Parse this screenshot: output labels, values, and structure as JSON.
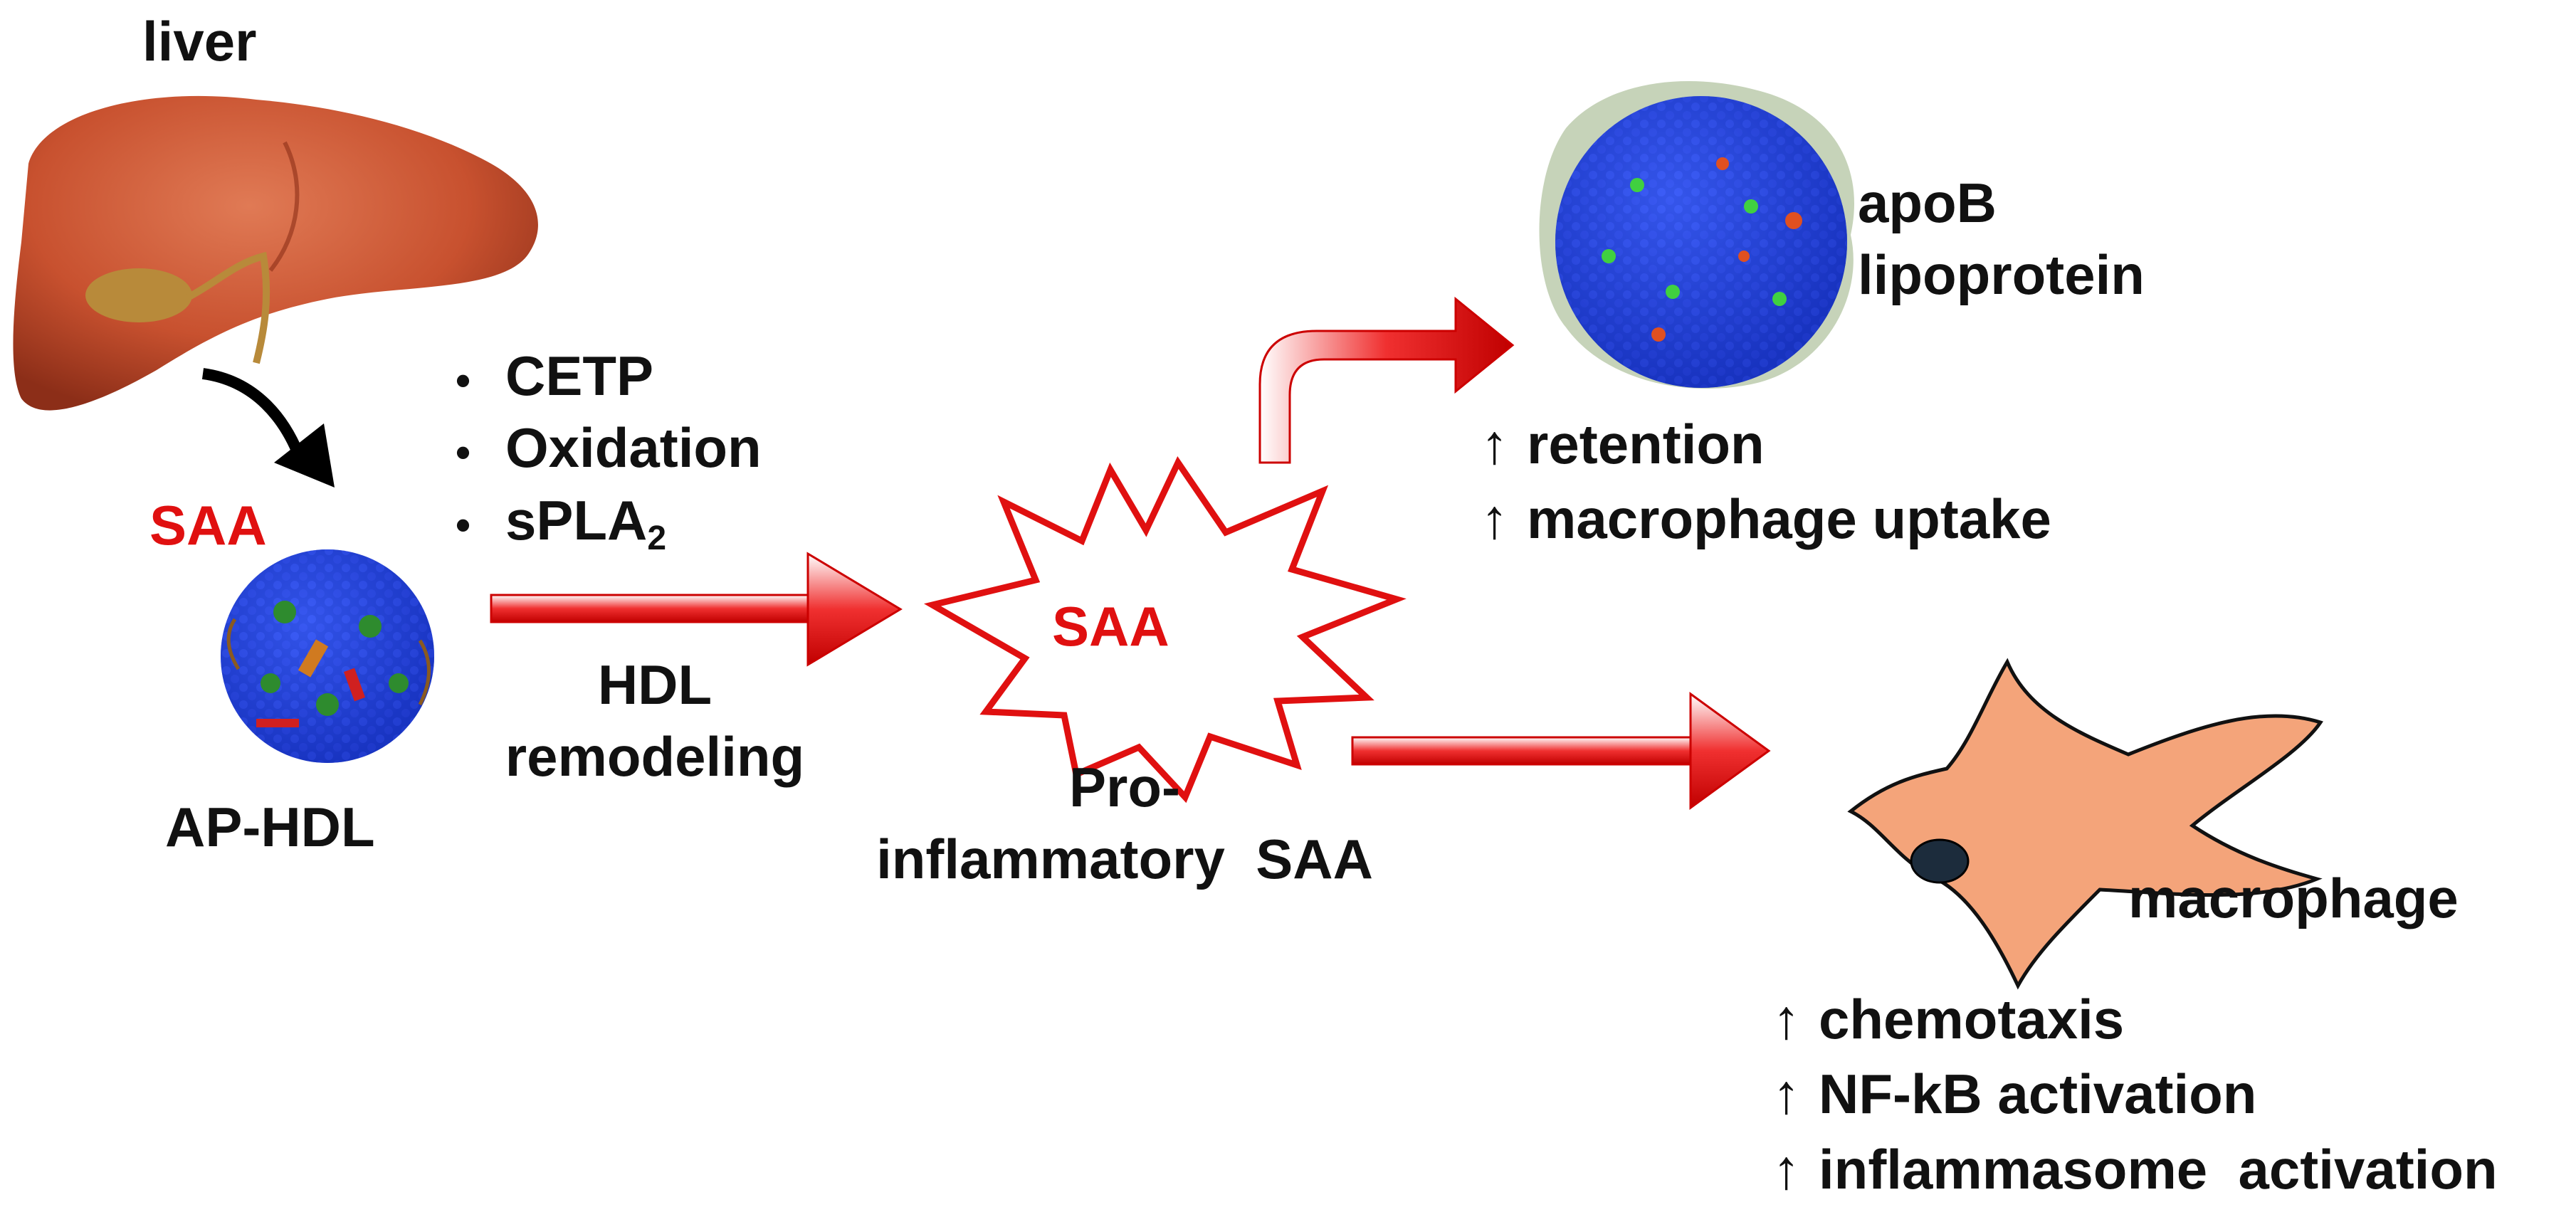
{
  "labels": {
    "liver": "liver",
    "saa_liver": "SAA",
    "ap_hdl": "AP-HDL",
    "hdl_remodeling_line1": "HDL",
    "hdl_remodeling_line2": "remodeling",
    "saa_star": "SAA",
    "pro_line1": "Pro-",
    "pro_line2": "inflammatory  SAA",
    "apob_line1": "apoB",
    "apob_line2": "lipoprotein",
    "macrophage": "macrophage"
  },
  "remodeling_factors": [
    {
      "bullet": "•",
      "text": "CETP"
    },
    {
      "bullet": "•",
      "text": "Oxidation"
    },
    {
      "bullet": "•",
      "text": "sPLA",
      "sub": "2"
    }
  ],
  "apob_effects": [
    {
      "arrow": "↑",
      "text": "retention"
    },
    {
      "arrow": "↑",
      "text": "macrophage uptake"
    }
  ],
  "macrophage_effects": [
    {
      "arrow": "↑",
      "text": "chemotaxis"
    },
    {
      "arrow": "↑",
      "text": "NF-kB activation"
    },
    {
      "arrow": "↑",
      "text": "inflammasome  activation"
    }
  ],
  "colors": {
    "accent_red": "#e01010",
    "liver": "#c8512f",
    "gallbladder": "#b88a3a",
    "particle_blue": "#1f3fd6",
    "particle_green": "#2e8b2e",
    "macrophage_fill": "#f4a47a",
    "nucleus": "#1c2c3c"
  },
  "icons": [
    "liver-icon",
    "curved-black-arrow-icon",
    "hdl-particle-icon",
    "apob-particle-icon",
    "macrophage-cell-icon",
    "starburst-icon"
  ]
}
